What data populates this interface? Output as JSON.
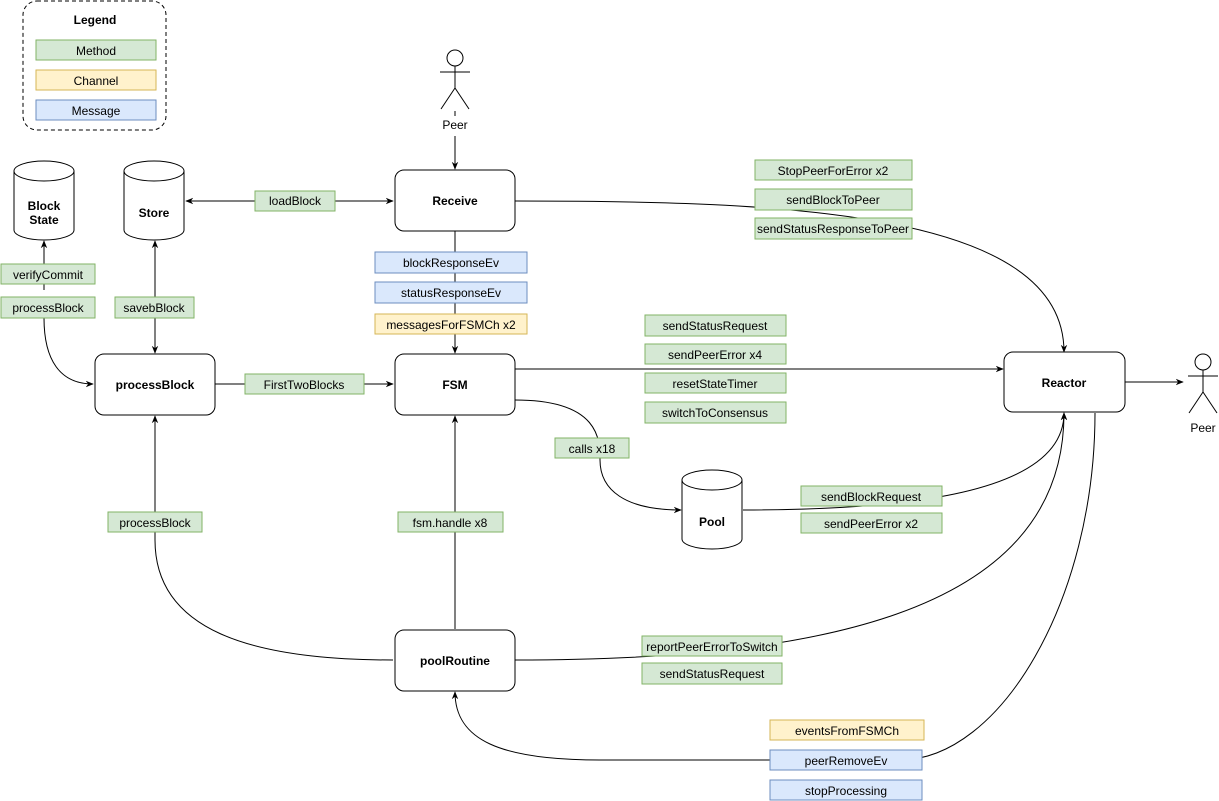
{
  "legend": {
    "title": "Legend",
    "items": [
      {
        "label": "Method",
        "kind": "method"
      },
      {
        "label": "Channel",
        "kind": "channel"
      },
      {
        "label": "Message",
        "kind": "message"
      }
    ]
  },
  "colors": {
    "method_fill": "#d5e8d4",
    "method_stroke": "#82b366",
    "channel_fill": "#fff2cc",
    "channel_stroke": "#d6b656",
    "message_fill": "#dae8fc",
    "message_stroke": "#6c8ebf"
  },
  "actors": {
    "peer_top": "Peer",
    "peer_right": "Peer"
  },
  "nodes": {
    "block_state_line1": "Block",
    "block_state_line2": "State",
    "store": "Store",
    "receive": "Receive",
    "process_block": "processBlock",
    "fsm": "FSM",
    "reactor": "Reactor",
    "pool": "Pool",
    "pool_routine": "poolRoutine"
  },
  "labels": {
    "load_block": "loadBlock",
    "verify_commit": "verifyCommit",
    "process_block_left": "processBlock",
    "saveb_block": "savebBlock",
    "block_response_ev": "blockResponseEv",
    "status_response_ev": "statusResponseEv",
    "messages_for_fsmch": "messagesForFSMCh x2",
    "first_two_blocks": "FirstTwoBlocks",
    "stop_peer_for_error": "StopPeerForError x2",
    "send_block_to_peer": "sendBlockToPeer",
    "send_status_response_to_peer": "sendStatusResponseToPeer",
    "send_status_request": "sendStatusRequest",
    "send_peer_error_x4": "sendPeerError x4",
    "reset_state_timer": "resetStateTimer",
    "switch_to_consensus": "switchToConsensus",
    "calls_x18": "calls x18",
    "send_block_request": "sendBlockRequest",
    "send_peer_error_x2": "sendPeerError x2",
    "process_block_bottom": "processBlock",
    "fsm_handle": "fsm.handle x8",
    "report_peer_error_to_switch": "reportPeerErrorToSwitch",
    "send_status_request_bottom": "sendStatusRequest",
    "events_from_fsmch": "eventsFromFSMCh",
    "peer_remove_ev": "peerRemoveEv",
    "stop_processing": "stopProcessing"
  }
}
